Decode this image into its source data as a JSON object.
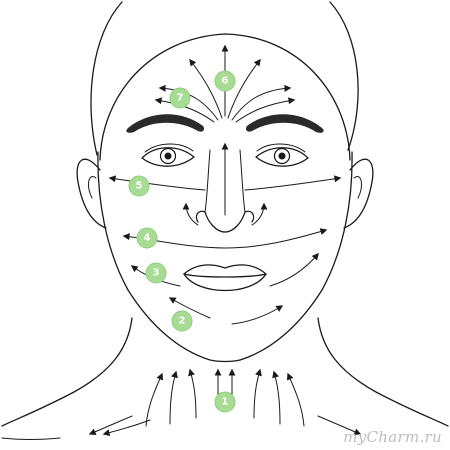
{
  "watermark": "myCharm.ru",
  "steps": [
    {
      "id": "step-1",
      "label": "1"
    },
    {
      "id": "step-2",
      "label": "2"
    },
    {
      "id": "step-3",
      "label": "3"
    },
    {
      "id": "step-4",
      "label": "4"
    },
    {
      "id": "step-5",
      "label": "5"
    },
    {
      "id": "step-6",
      "label": "6"
    },
    {
      "id": "step-7",
      "label": "7"
    }
  ],
  "colors": {
    "badge": "#a8dc95",
    "line": "#1a1a1a",
    "watermark": "#bdbdbd"
  }
}
